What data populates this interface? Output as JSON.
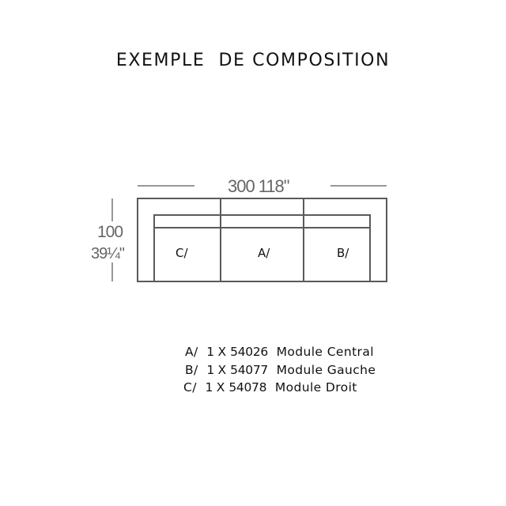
{
  "title": "EXEMPLE  DE COMPOSITION",
  "dimensions": {
    "width_cm": "300",
    "width_in": "118\"",
    "depth_cm": "100",
    "depth_in": "39¼\""
  },
  "modules_in_diagram": [
    {
      "label": "C/"
    },
    {
      "label": "A/"
    },
    {
      "label": "B/"
    }
  ],
  "legend": [
    {
      "letter": "A/",
      "qty": "1 X",
      "code": "54026",
      "name": "Module Central"
    },
    {
      "letter": "B/",
      "qty": "1 X",
      "code": "54077",
      "name": "Module Gauche"
    },
    {
      "letter": "C/",
      "qty": "1 X",
      "code": "54078",
      "name": "Module Droit"
    }
  ],
  "colors": {
    "line": "#5a5a5a",
    "dim_text": "#666666",
    "text": "#111111"
  }
}
